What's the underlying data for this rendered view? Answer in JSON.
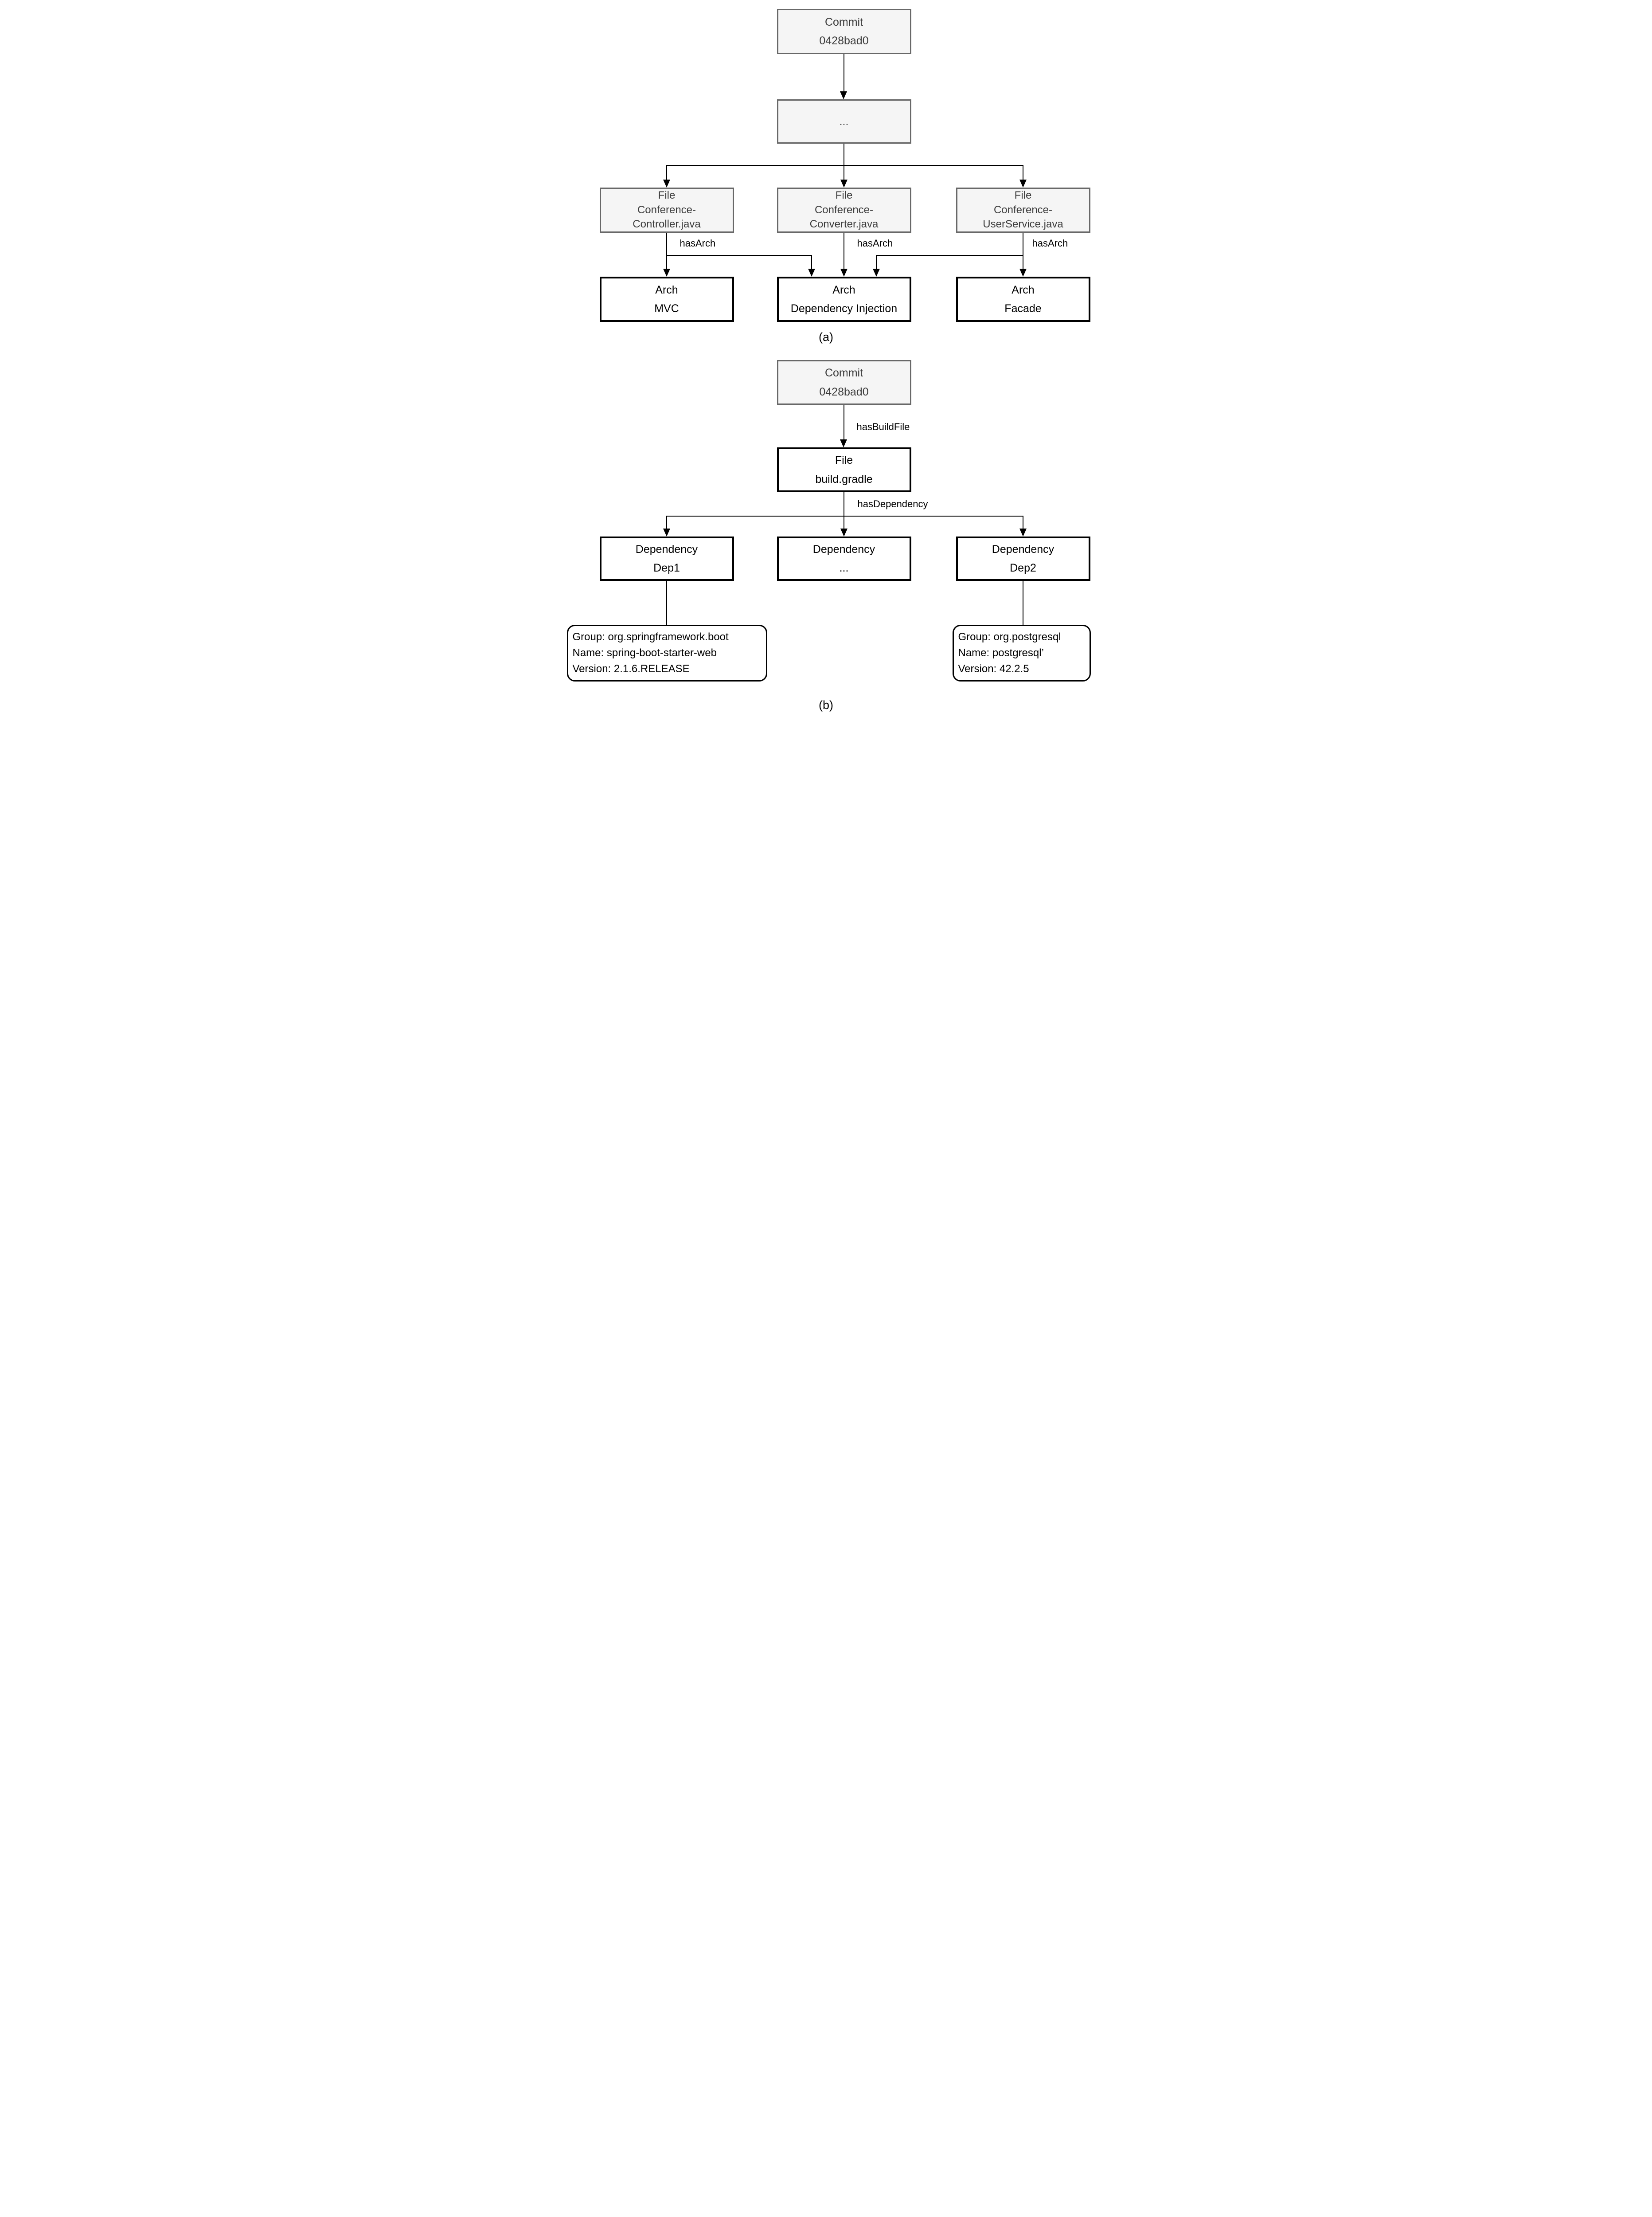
{
  "figure": {
    "colors": {
      "gray_node_fill": "#f5f5f5",
      "gray_node_border": "#686868",
      "gray_node_text": "#3c3c3c",
      "black_node_border": "#000000",
      "line_color": "#000000"
    },
    "a": {
      "caption": "(a)",
      "commit": {
        "lines": [
          "Commit",
          "0428bad0"
        ]
      },
      "ellipsis": {
        "lines": [
          "..."
        ]
      },
      "files": [
        {
          "lines": [
            "File",
            "Conference-",
            "Controller.java"
          ]
        },
        {
          "lines": [
            "File",
            "Conference-",
            "Converter.java"
          ]
        },
        {
          "lines": [
            "File",
            "Conference-",
            "UserService.java"
          ]
        }
      ],
      "archs": [
        {
          "lines": [
            "Arch",
            "MVC"
          ]
        },
        {
          "lines": [
            "Arch",
            "Dependency Injection"
          ]
        },
        {
          "lines": [
            "Arch",
            "Facade"
          ]
        }
      ],
      "edge_labels": [
        "hasArch",
        "hasArch",
        "hasArch"
      ]
    },
    "b": {
      "caption": "(b)",
      "commit": {
        "lines": [
          "Commit",
          "0428bad0"
        ]
      },
      "build_file": {
        "lines": [
          "File",
          "build.gradle"
        ]
      },
      "deps": [
        {
          "lines": [
            "Dependency",
            "Dep1"
          ]
        },
        {
          "lines": [
            "Dependency",
            "..."
          ]
        },
        {
          "lines": [
            "Dependency",
            "Dep2"
          ]
        }
      ],
      "dep1_details": [
        "Group: org.springframework.boot",
        "Name: spring-boot-starter-web",
        "Version: 2.1.6.RELEASE"
      ],
      "dep2_details": [
        "Group: org.postgresql",
        "Name: postgresql’",
        "Version: 42.2.5"
      ],
      "edge_labels": {
        "build": "hasBuildFile",
        "dependency": "hasDependency"
      }
    }
  }
}
